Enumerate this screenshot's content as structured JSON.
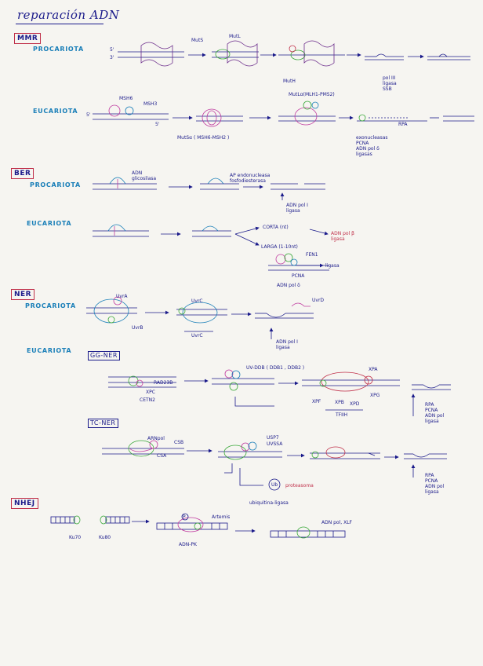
{
  "title": "reparación ADN",
  "sections": {
    "mmr": {
      "tag": "MMR",
      "procariota": "PROCARIOTA",
      "eucariota": "EUCARIOTA",
      "labels": {
        "mut_s": "MutS",
        "mut_l": "MutL",
        "mut_h": "MutH",
        "five_prime": "5'",
        "three_prime": "3'",
        "pol_ligasa": "pol III\nligasa\nSSB",
        "msh6": "MSH6",
        "msh3": "MSH3",
        "muts_alpha": "MutSα ( MSH6-MSH2 )",
        "mutl_alpha": "MutLα(MLH1-PMS2)",
        "rpa": "RPA",
        "exo_list": "exonucleasas\nPCNA\nADN pol δ\nligasas"
      }
    },
    "ber": {
      "tag": "BER",
      "procariota": "PROCARIOTA",
      "eucariota": "EUCARIOTA",
      "labels": {
        "adn_glicosilasa": "ADN\nglicosilasa",
        "ap_endo": "AP endonucleasa\nfosfodiesterasa",
        "adn_pol_i": "ADN pol I\nligasa",
        "corta": "CORTA (nt)",
        "larga": "LARGA (1-10nt)",
        "adn_pol_beta": "ADN pol β\nligasa",
        "fen1": "FEN1",
        "ligasa": "ligasa",
        "pcna": "PCNA",
        "adn_pol_delta": "ADN pol δ"
      }
    },
    "ner": {
      "tag": "NER",
      "procariota": "PROCARIOTA",
      "eucariota": "EUCARIOTA",
      "gg_ner": "GG-NER",
      "tc_ner": "TC-NER",
      "labels": {
        "uvra": "UvrA",
        "uvrb": "UvrB",
        "uvrc": "UvrC",
        "uvrd": "UvrD",
        "uvrc_cut": "UvrC",
        "adn_pol_i": "ADN pol I\nligasa",
        "rad23b": "RAD23B",
        "xpc": "XPC",
        "cetn2": "CETN2",
        "uv_ddb": "UV-DDB ( DDB1 , DDB2 )",
        "xpa": "XPA",
        "xpf": "XPF",
        "xpb": "XPB",
        "xpd": "XPD",
        "xpg": "XPG",
        "tfiih": "TFIIH",
        "rpa_block": "RPA\nPCNA\nADN pol\nligasa",
        "arn_pol": "ARNpol",
        "csb": "CSB",
        "csa": "CSA",
        "usp7": "USP7",
        "uvssa": "UVSSA",
        "proteasoma": "proteasoma",
        "ub": "Ub",
        "ubiquitina": "ubiquitina-ligasa",
        "rpa_block2": "RPA\nPCNA\nADN pol\nligasa"
      }
    },
    "nhej": {
      "tag": "NHEJ",
      "labels": {
        "ku70": "Ku70",
        "ku80": "Ku80",
        "artemis": "Artemis",
        "p": "P",
        "adn_pk": "ADN-PK",
        "adn_pol": "ADN pol, XLF"
      }
    }
  },
  "colors": {
    "ink": "#1a1a8a",
    "red": "#c0304a",
    "magenta": "#c03ca0",
    "green": "#3aa83a",
    "cyan": "#1a7fb8",
    "purple": "#6a2a8a"
  }
}
